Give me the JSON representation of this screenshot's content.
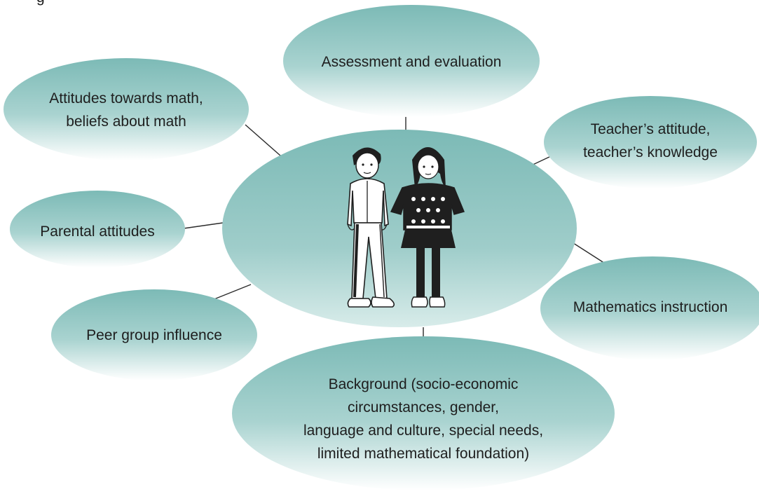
{
  "diagram": {
    "top_text_fragment": "g",
    "center": {
      "name": "children-illustration"
    },
    "bubbles": [
      {
        "id": "assessment",
        "lines": [
          "Assessment and evaluation"
        ]
      },
      {
        "id": "attitudes",
        "lines": [
          "Attitudes towards math,",
          "beliefs about math"
        ]
      },
      {
        "id": "teacher",
        "lines": [
          "Teacher’s attitude,",
          "teacher’s knowledge"
        ]
      },
      {
        "id": "parental",
        "lines": [
          "Parental attitudes"
        ]
      },
      {
        "id": "instruction",
        "lines": [
          "Mathematics instruction"
        ]
      },
      {
        "id": "peer",
        "lines": [
          "Peer group influence"
        ]
      },
      {
        "id": "background",
        "lines": [
          "Background (socio-economic",
          "circumstances, gender,",
          "language and culture, special needs,",
          "limited mathematical foundation)"
        ]
      }
    ],
    "colors": {
      "bubble_light": "#ffffff",
      "bubble_dark": "#7fbcb8",
      "connector": "#2b2b2b"
    }
  }
}
